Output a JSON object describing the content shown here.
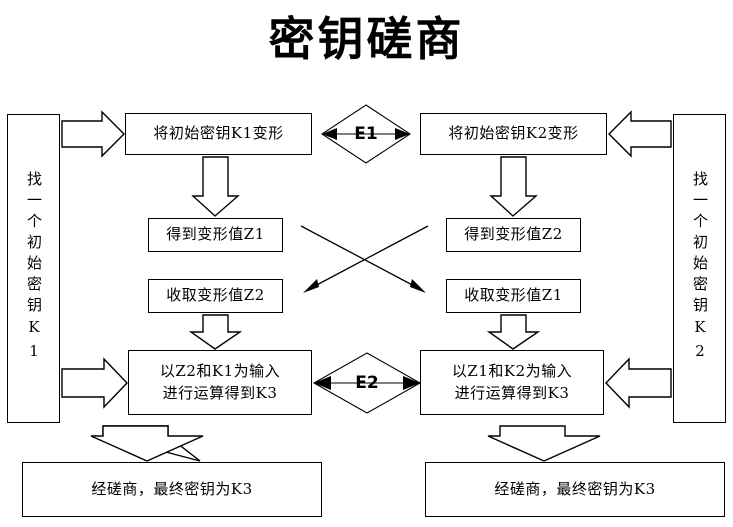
{
  "title": "密钥磋商",
  "left_panel": {
    "label": "找一个初始密钥K1"
  },
  "right_panel": {
    "label": "找一个初始密钥K2"
  },
  "nodes": {
    "transform_left": "将初始密钥K1变形",
    "transform_right": "将初始密钥K2变形",
    "obtain_left": "得到变形值Z1",
    "obtain_right": "得到变形值Z2",
    "receive_left": "收取变形值Z2",
    "receive_right": "收取变形值Z1",
    "compute_left": "以Z2和K1为输入\n进行运算得到K3",
    "compute_right": "以Z1和K2为输入\n进行运算得到K3",
    "result_left": "经磋商，最终密钥为K3",
    "result_right": "经磋商，最终密钥为K3"
  },
  "exchanges": {
    "e1": "E1",
    "e2": "E2"
  },
  "colors": {
    "stroke": "#000000",
    "fill": "#ffffff",
    "text": "#000000"
  }
}
